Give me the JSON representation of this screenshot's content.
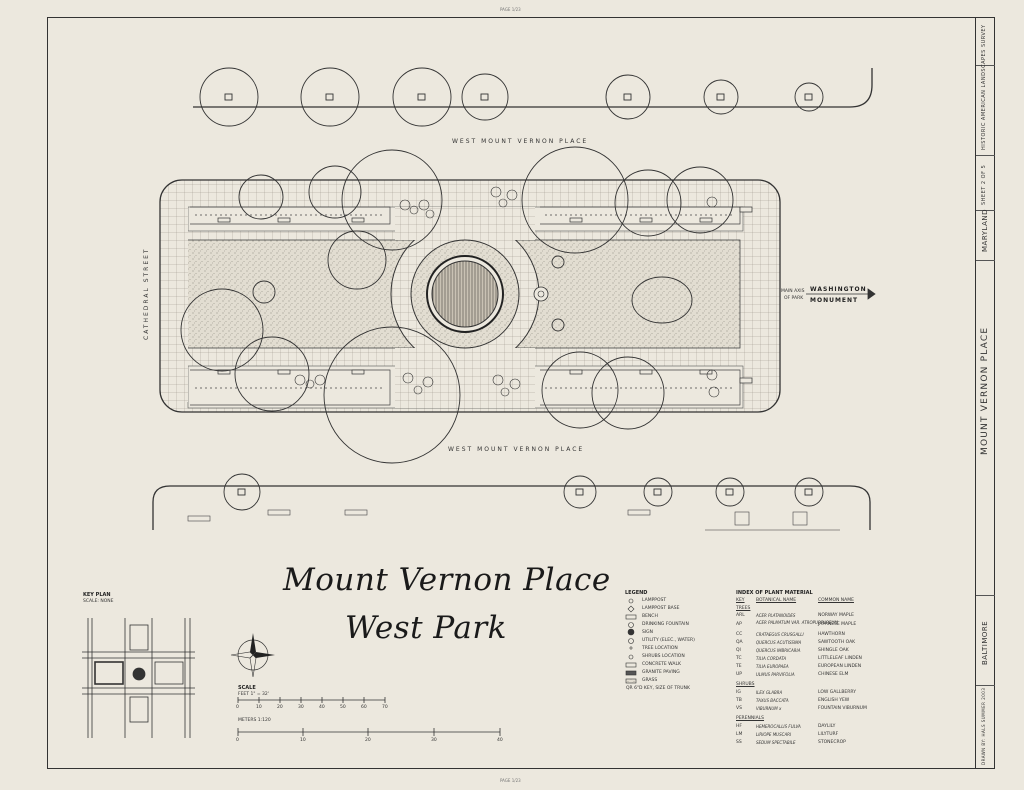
{
  "sheet": {
    "edge_marks": [
      "PAGE 1/23",
      "PAGE 1/23"
    ]
  },
  "title_block": {
    "project_title": "MOUNT VERNON PLACE",
    "city": "BALTIMORE",
    "state": "MARYLAND",
    "vertical_info": [
      "HISTORIC AMERICAN LANDSCAPES SURVEY",
      "SHEET 2 OF 5",
      "DRAWN BY: HALS SUMMER 2003"
    ]
  },
  "plan": {
    "street_north": "WEST MOUNT VERNON PLACE",
    "street_south": "WEST MOUNT VERNON PLACE",
    "street_west": "CATHEDRAL STREET",
    "north_note_a": "MAIN AXIS",
    "north_note_b": "OF PARK",
    "washington_a": "WASHINGTON",
    "washington_b": "MONUMENT"
  },
  "title": {
    "line1": "Mount Vernon Place",
    "line2": "West Park"
  },
  "key_plan": {
    "title": "KEY PLAN",
    "subtitle": "SCALE: NONE"
  },
  "scale": {
    "title": "SCALE",
    "feet_label": "FEET 1\" = 32'",
    "meters_label": "METERS 1:120",
    "feet_ticks": [
      "0",
      "10",
      "20",
      "30",
      "40",
      "50",
      "60",
      "70"
    ],
    "meter_ticks": [
      "0",
      "10",
      "20",
      "30",
      "40"
    ]
  },
  "legend": {
    "title": "LEGEND",
    "items": [
      "LAMPPOST",
      "LAMPPOST BASE",
      "BENCH",
      "DRINKING FOUNTAIN",
      "SIGN",
      "UTILITY (ELEC., WATER)",
      "TREE LOCATION",
      "SHRUBS LOCATION",
      "CONCRETE WALK",
      "GRANITE PAVING",
      "GRASS",
      "QR 6\"D  KEY, SIZE OF TRUNK"
    ]
  },
  "plant_index": {
    "title": "INDEX OF PLANT MATERIAL",
    "header": [
      "KEY",
      "BOTANICAL NAME",
      "COMMON NAME"
    ],
    "sections": [
      {
        "name": "TREES",
        "rows": [
          [
            "ARL",
            "ACER PLATANOIDES",
            "NORWAY MAPLE"
          ],
          [
            "AP",
            "ACER PALMATUM VAR. ATROPURPUREUM",
            "JAPANESE MAPLE"
          ],
          [
            "CC",
            "CRATAEGUS CRUSGALLI",
            "HAWTHORN"
          ],
          [
            "QA",
            "QUERCUS ACUTISSIMA",
            "SAWTOOTH OAK"
          ],
          [
            "QI",
            "QUERCUS IMBRICARIA",
            "SHINGLE OAK"
          ],
          [
            "TC",
            "TILIA CORDATA",
            "LITTLELEAF LINDEN"
          ],
          [
            "TE",
            "TILIA EUROPAEA",
            "EUROPEAN LINDEN"
          ],
          [
            "UP",
            "ULMUS PARVIFOLIA",
            "CHINESE ELM"
          ]
        ]
      },
      {
        "name": "SHRUBS",
        "rows": [
          [
            "IG",
            "ILEX GLABRA",
            "LOW GALLBERRY"
          ],
          [
            "TB",
            "TAXUS BACCATA",
            "ENGLISH YEW"
          ],
          [
            "VS",
            "VIBURNUM x",
            "FOUNTAIN VIBURNUM"
          ]
        ]
      },
      {
        "name": "PERENNIALS",
        "rows": [
          [
            "HF",
            "HEMEROCALLIS FULVA",
            "DAYLILY"
          ],
          [
            "LM",
            "LIRIOPE MUSCARI",
            "LILYTURF"
          ],
          [
            "SS",
            "SEDUM SPECTABILE",
            "STONECROP"
          ]
        ]
      }
    ]
  }
}
